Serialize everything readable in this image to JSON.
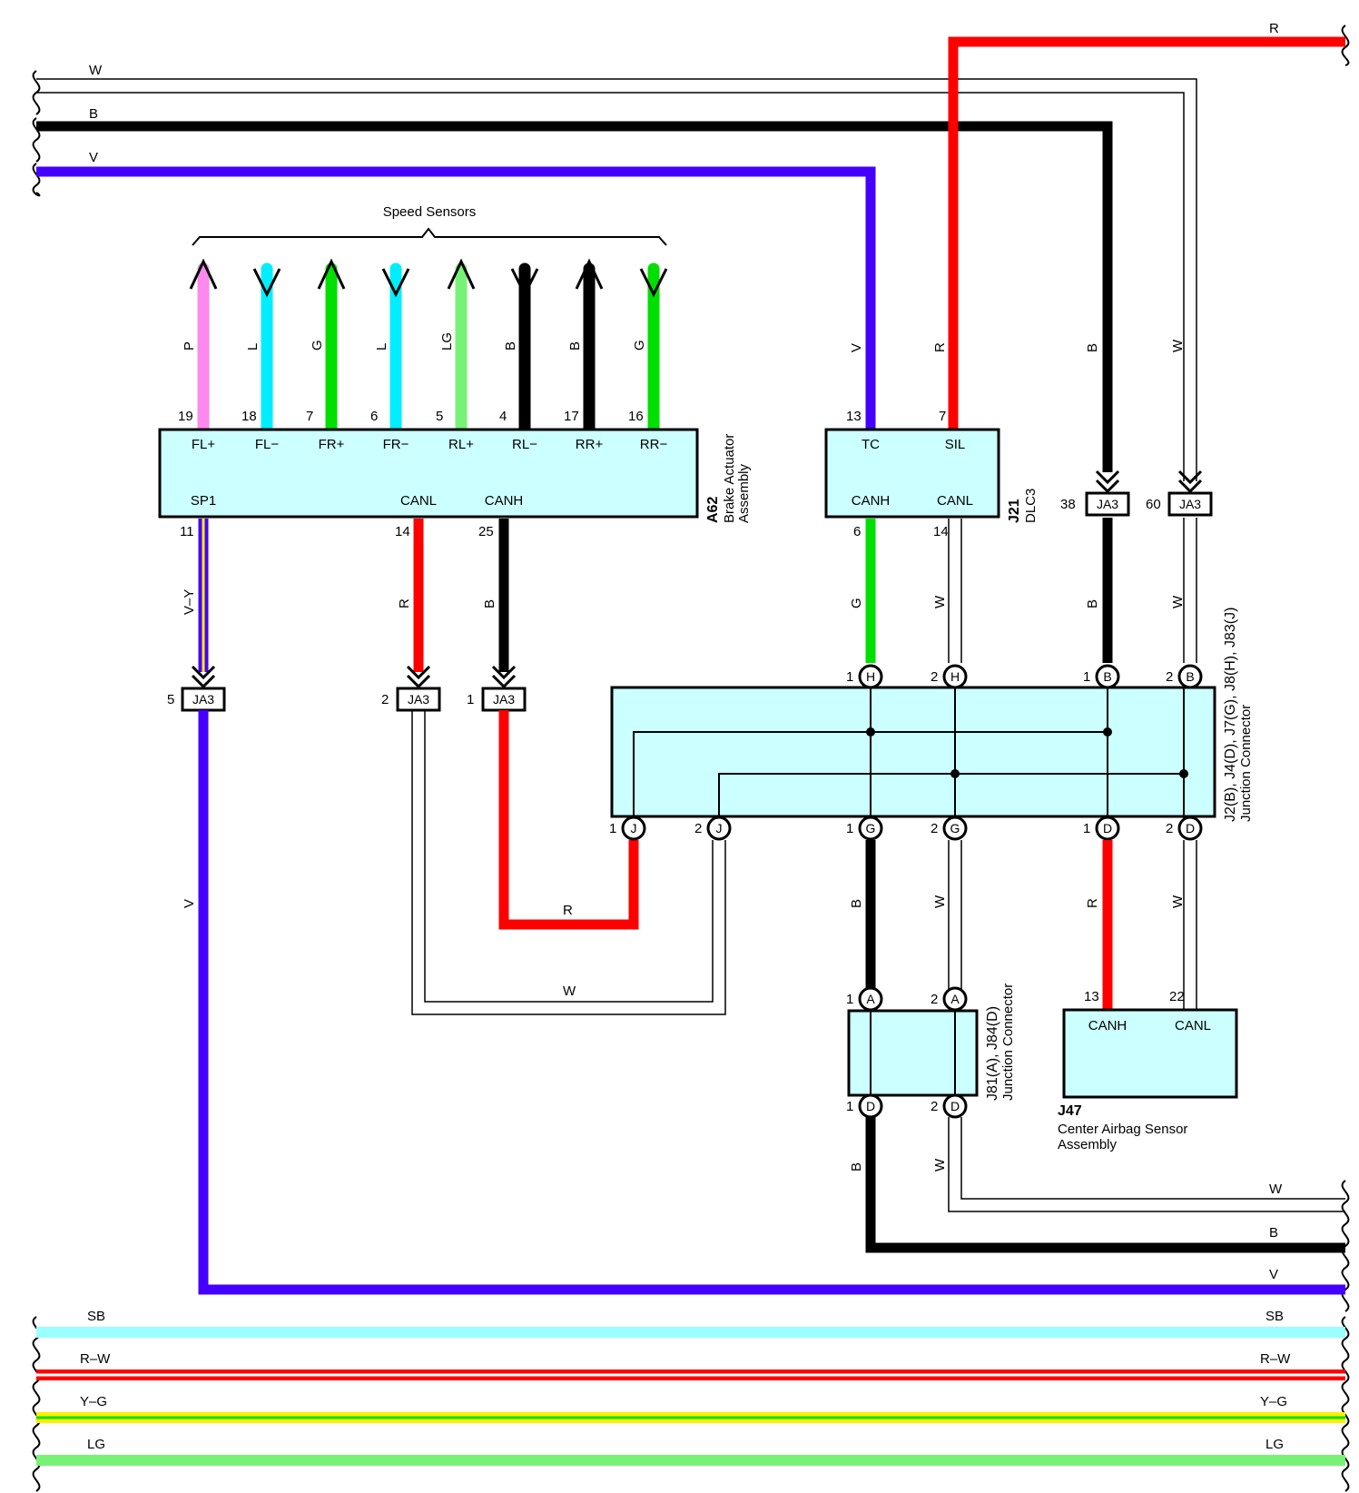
{
  "speed_sensors": {
    "title": "Speed Sensors",
    "wires": [
      {
        "pin": "19",
        "pin_name": "FL+",
        "color_code": "P",
        "color": "#ff88ee",
        "dir": "up"
      },
      {
        "pin": "18",
        "pin_name": "FL−",
        "color_code": "L",
        "color": "#00eeff",
        "dir": "down"
      },
      {
        "pin": "7",
        "pin_name": "FR+",
        "color_code": "G",
        "color": "#00e000",
        "dir": "up"
      },
      {
        "pin": "6",
        "pin_name": "FR−",
        "color_code": "L",
        "color": "#00eeff",
        "dir": "down"
      },
      {
        "pin": "5",
        "pin_name": "RL+",
        "color_code": "LG",
        "color": "#77f277",
        "dir": "up"
      },
      {
        "pin": "4",
        "pin_name": "RL−",
        "color_code": "B",
        "color": "#000000",
        "dir": "down"
      },
      {
        "pin": "17",
        "pin_name": "RR+",
        "color_code": "B",
        "color": "#000000",
        "dir": "up"
      },
      {
        "pin": "16",
        "pin_name": "RR−",
        "color_code": "G",
        "color": "#00e000",
        "dir": "down"
      }
    ]
  },
  "a62": {
    "code": "A62",
    "name_line1": "Brake Actuator",
    "name_line2": "Assembly",
    "sp1": "SP1",
    "canl": "CANL",
    "canh": "CANH",
    "pin_sp1": "11",
    "pin_canl": "14",
    "pin_canh": "25",
    "wire_sp1": "V–Y",
    "wire_canl": "R",
    "wire_canh": "B"
  },
  "j21": {
    "code": "J21",
    "name": "DLC3",
    "tc": "TC",
    "sil": "SIL",
    "canh": "CANH",
    "canl": "CANL",
    "pin_tc": "13",
    "pin_sil": "7",
    "pin_canh": "6",
    "pin_canl": "14",
    "wire_tc": "V",
    "wire_sil": "R",
    "wire_canh": "G",
    "wire_canl": "W"
  },
  "ja3": {
    "label": "JA3",
    "pins": [
      "5",
      "2",
      "1",
      "38",
      "60"
    ]
  },
  "jc": {
    "title": "J2(B), J4(D), J7(G), J8(H), J83(J)",
    "subtitle": "Junction Connector",
    "top": [
      {
        "pin": "1",
        "letter": "H"
      },
      {
        "pin": "2",
        "letter": "H"
      },
      {
        "pin": "1",
        "letter": "B"
      },
      {
        "pin": "2",
        "letter": "B"
      }
    ],
    "bottom": [
      {
        "pin": "1",
        "letter": "J"
      },
      {
        "pin": "2",
        "letter": "J"
      },
      {
        "pin": "1",
        "letter": "G"
      },
      {
        "pin": "2",
        "letter": "G"
      },
      {
        "pin": "1",
        "letter": "D"
      },
      {
        "pin": "2",
        "letter": "D"
      }
    ]
  },
  "j81": {
    "title": "J81(A), J84(D)",
    "subtitle": "Junction Connector",
    "top": [
      {
        "pin": "1",
        "letter": "A"
      },
      {
        "pin": "2",
        "letter": "A"
      }
    ],
    "bottom": [
      {
        "pin": "1",
        "letter": "D"
      },
      {
        "pin": "2",
        "letter": "D"
      }
    ]
  },
  "j47": {
    "code": "J47",
    "name_line1": "Center Airbag Sensor",
    "name_line2": "Assembly",
    "canh": "CANH",
    "canl": "CANL",
    "pin_canh": "13",
    "pin_canl": "22"
  },
  "wire_codes": {
    "w": "W",
    "b": "B",
    "v": "V",
    "r": "R",
    "sb": "SB",
    "rw": "R–W",
    "yg": "Y–G",
    "lg": "LG"
  },
  "colors": {
    "black": "#000000",
    "violet": "#4400ff",
    "red": "#ff0000",
    "green": "#00e000",
    "sky_blue": "#99ffff",
    "yellow": "#ffee00",
    "light_green": "#77f277",
    "component_fill": "#ccffff"
  }
}
